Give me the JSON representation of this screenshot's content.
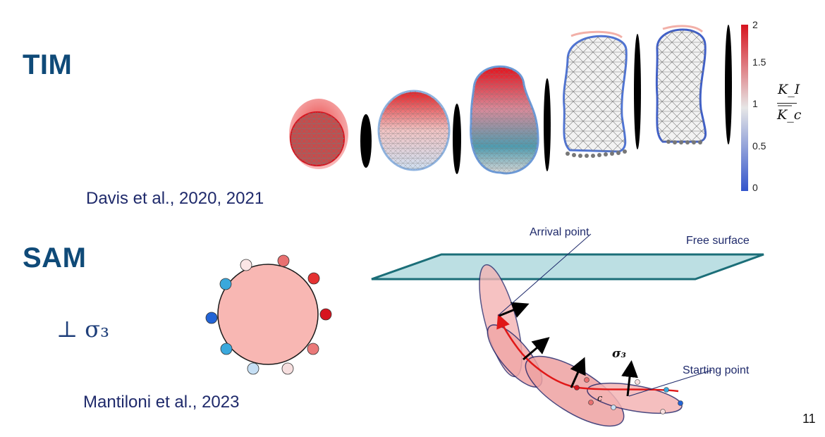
{
  "tim": {
    "heading": "TIM",
    "citation": "Davis et al., 2020, 2021"
  },
  "sam": {
    "heading": "SAM",
    "sigma_label": "⊥ σ₃",
    "citation": "Mantiloni et al., 2023"
  },
  "colorbar": {
    "ticks": [
      "2",
      "1.5",
      "1",
      "0.5",
      "0"
    ],
    "numerator": "K_I",
    "denominator": "K_c",
    "colors": {
      "high": "#d7141f",
      "mid": "#e6e6e6",
      "low": "#3355cc"
    }
  },
  "annotations": {
    "arrival_point": "Arrival point",
    "free_surface": "Free surface",
    "starting_point": "Starting point",
    "sigma3": "σ₃",
    "c_label": "c"
  },
  "page_number": "11",
  "colors": {
    "heading": "#0f4a78",
    "citation": "#1f2a6b",
    "plane_fill": "#bcdfe3",
    "plane_stroke": "#1b6e78",
    "ellipse_fill": "#f4b4b4",
    "ellipse_stroke": "#2b2a6b",
    "path": "#e01818"
  }
}
